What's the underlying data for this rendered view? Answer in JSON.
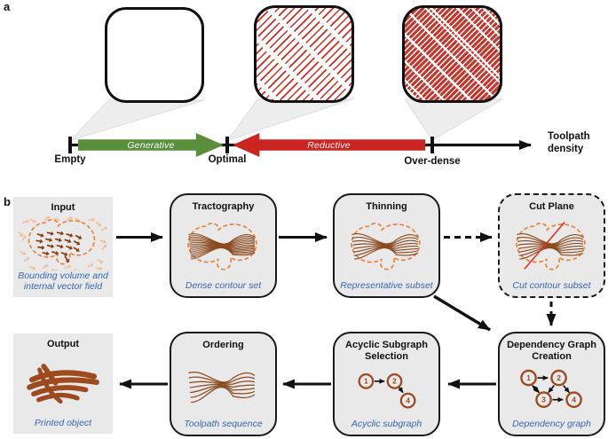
{
  "figure": {
    "panel_a_label": "a",
    "panel_b_label": "b"
  },
  "panel_a": {
    "tick_labels": {
      "empty": "Empty",
      "optimal": "Optimal",
      "over_dense": "Over-dense"
    },
    "axis_label_line1": "Toolpath",
    "axis_label_line2": "density",
    "generative_label": "Generative",
    "reductive_label": "Reductive",
    "colors": {
      "generative_green": "#598e3b",
      "reductive_red": "#cc2420",
      "hatch_red": "#cf2b20"
    }
  },
  "panel_b": {
    "boxes": [
      {
        "id": "input",
        "title": "Input",
        "caption": "Bounding volume and internal vector field"
      },
      {
        "id": "tractography",
        "title": "Tractography",
        "caption": "Dense contour set"
      },
      {
        "id": "thinning",
        "title": "Thinning",
        "caption": "Representative subset"
      },
      {
        "id": "cut-plane",
        "title": "Cut Plane",
        "caption": "Cut contour subset"
      },
      {
        "id": "output",
        "title": "Output",
        "caption": "Printed object"
      },
      {
        "id": "ordering",
        "title": "Ordering",
        "caption": "Toolpath sequence"
      },
      {
        "id": "acyclic",
        "title": "Acyclic Subgraph Selection",
        "caption": "Acyclic subgraph"
      },
      {
        "id": "dependency",
        "title": "Dependency Graph Creation",
        "caption": "Dependency graph"
      }
    ],
    "acyclic_nodes": [
      "1",
      "2",
      "4"
    ],
    "dependency_nodes": [
      "1",
      "2",
      "3",
      "4"
    ],
    "colors": {
      "caption_blue": "#3566b0",
      "node_brown": "#9c4a1e",
      "contour_brown": "#8a4a1f",
      "blob_outline_orange": "#e8823a",
      "field_inner_brown": "#8a3c0f",
      "field_outer_peach": "#f0c09c"
    }
  }
}
